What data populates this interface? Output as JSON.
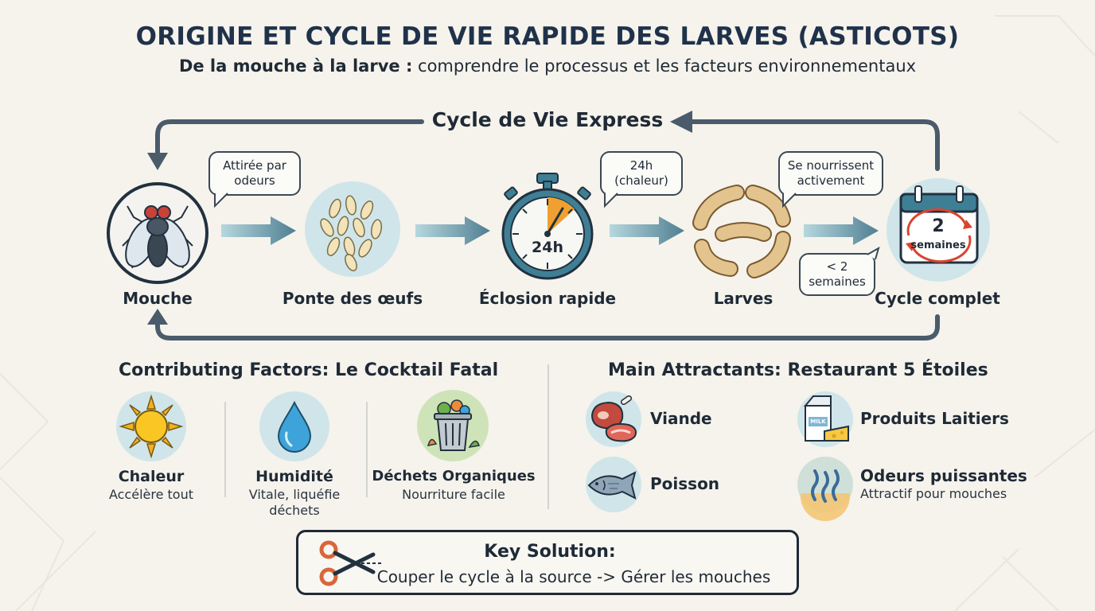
{
  "header": {
    "title": "ORIGINE ET CYCLE DE VIE RAPIDE DES LARVES (ASTICOTS)",
    "subtitle_bold": "De la mouche à la larve :",
    "subtitle_rest": " comprendre le processus et les facteurs environnementaux"
  },
  "cycle": {
    "title": "Cycle de Vie Express",
    "stages": [
      {
        "label": "Mouche",
        "icon": "fly-icon"
      },
      {
        "label": "Ponte des œufs",
        "icon": "eggs-icon"
      },
      {
        "label": "Éclosion rapide",
        "icon": "stopwatch-icon",
        "icon_text": "24h"
      },
      {
        "label": "Larves",
        "icon": "larvae-icon"
      },
      {
        "label": "Cycle complet",
        "icon": "calendar-icon",
        "icon_text_1": "2",
        "icon_text_2": "semaines"
      }
    ],
    "bubbles": [
      {
        "line1": "Attirée par",
        "line2": "odeurs"
      },
      {
        "line1": "24h",
        "line2": "(chaleur)"
      },
      {
        "line1": "Se nourrissent",
        "line2": "activement"
      },
      {
        "line1": "< 2",
        "line2": "semaines"
      }
    ]
  },
  "factors": {
    "title": "Contributing Factors: Le Cocktail Fatal",
    "items": [
      {
        "name": "Chaleur",
        "desc1": "Accélère tout",
        "desc2": "",
        "icon": "sun-icon"
      },
      {
        "name": "Humidité",
        "desc1": "Vitale, liquéfie",
        "desc2": "déchets",
        "icon": "water-drop-icon"
      },
      {
        "name": "Déchets Organiques",
        "desc1": "Nourriture facile",
        "desc2": "",
        "icon": "trash-can-icon"
      }
    ]
  },
  "attractants": {
    "title": "Main Attractants: Restaurant 5 Étoiles",
    "items": [
      {
        "name": "Viande",
        "desc": "",
        "icon": "meat-icon"
      },
      {
        "name": "Produits Laitiers",
        "desc": "",
        "icon": "dairy-icon",
        "icon_text": "MILK"
      },
      {
        "name": "Poisson",
        "desc": "",
        "icon": "fish-icon"
      },
      {
        "name": "Odeurs puissantes",
        "desc": "Attractif pour mouches",
        "icon": "odor-icon"
      }
    ]
  },
  "solution": {
    "title": "Key Solution:",
    "text": "Couper le cycle à la source -> Gérer les mouches",
    "icon": "scissors-icon"
  },
  "colors": {
    "ink": "#1f2a36",
    "cycle_line": "#4a5b6b",
    "arrow_teal": "#5d96a4",
    "circle_fill": "#cfe5ea",
    "accent_orange": "#f0a030",
    "larva": "#e4c48e"
  }
}
